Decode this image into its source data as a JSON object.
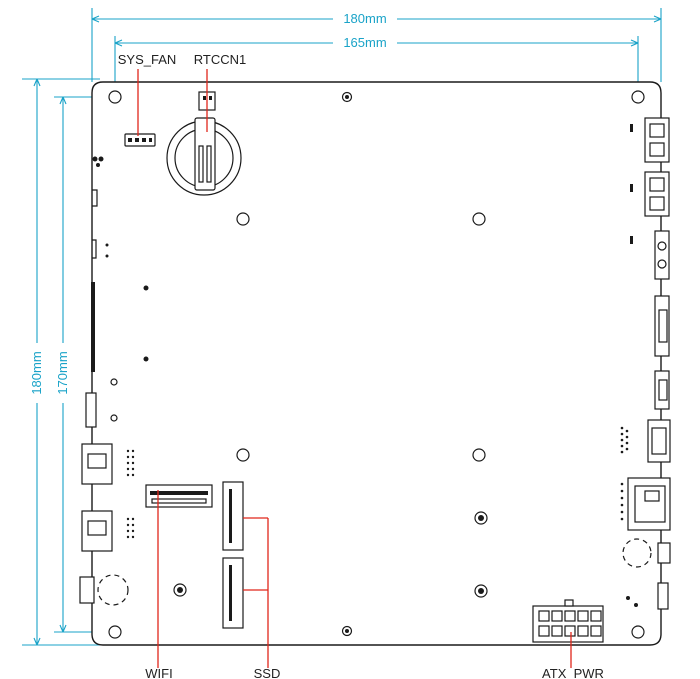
{
  "dimensions": {
    "top_outer": "180mm",
    "top_inner": "165mm",
    "left_outer": "180mm",
    "left_inner": "170mm"
  },
  "labels": {
    "sys_fan": "SYS_FAN",
    "rtccn1": "RTCCN1",
    "wifi": "WIFI",
    "ssd": "SSD",
    "atx_pwr": "ATX_PWR"
  },
  "colors": {
    "dimension_lines": "#1aa3c8",
    "leader_lines": "#e0261b",
    "outline": "#1a1a1a"
  }
}
